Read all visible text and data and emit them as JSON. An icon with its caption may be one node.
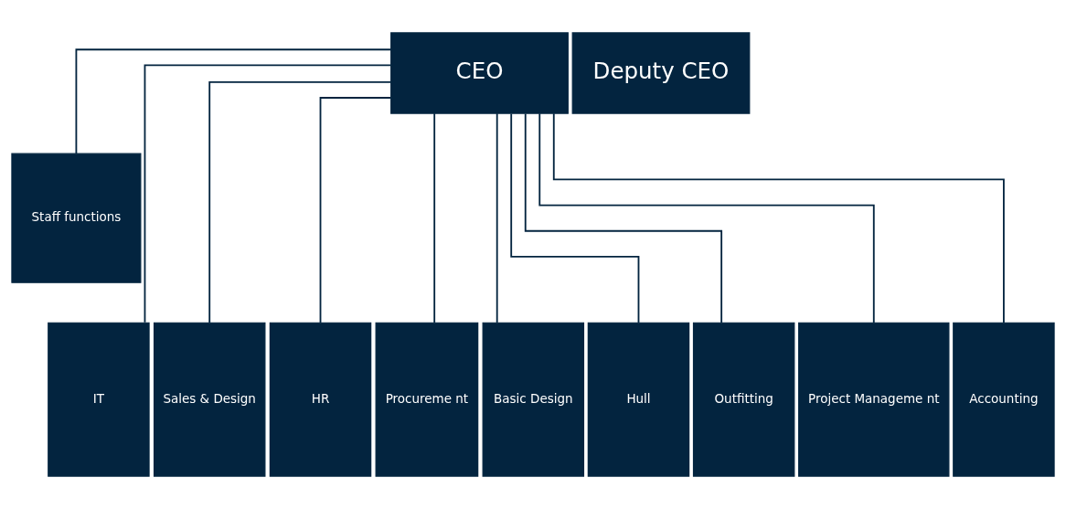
{
  "diagram": {
    "nodes": [
      {
        "text": [
          "CEO"
        ]
      },
      {
        "text": [
          "Deputy CEO"
        ]
      },
      {
        "text": [
          "Staff functions"
        ]
      },
      {
        "text": [
          "IT"
        ]
      },
      {
        "text": [
          "Sales & Design"
        ]
      },
      {
        "text": [
          "HR"
        ]
      },
      {
        "text": [
          "Procureme nt"
        ]
      },
      {
        "text": [
          "Basic Design"
        ]
      },
      {
        "text": [
          "Hull"
        ]
      },
      {
        "text": [
          "Outfitting"
        ]
      },
      {
        "text": [
          "Project Manageme nt"
        ]
      },
      {
        "text": [
          "Accounting"
        ]
      }
    ],
    "edges": [
      {
        "from": 0,
        "to": 2,
        "arrow": "none"
      },
      {
        "from": 0,
        "to": 3,
        "arrow": "none"
      },
      {
        "from": 0,
        "to": 4,
        "arrow": "none"
      },
      {
        "from": 0,
        "to": 5,
        "arrow": "none"
      },
      {
        "from": 0,
        "to": 6,
        "arrow": "none"
      },
      {
        "from": 0,
        "to": 7,
        "arrow": "none"
      },
      {
        "from": 0,
        "to": 8,
        "arrow": "none"
      },
      {
        "from": 0,
        "to": 9,
        "arrow": "none"
      },
      {
        "from": 0,
        "to": 10,
        "arrow": "none"
      },
      {
        "from": 0,
        "to": 11,
        "arrow": "none"
      }
    ]
  }
}
